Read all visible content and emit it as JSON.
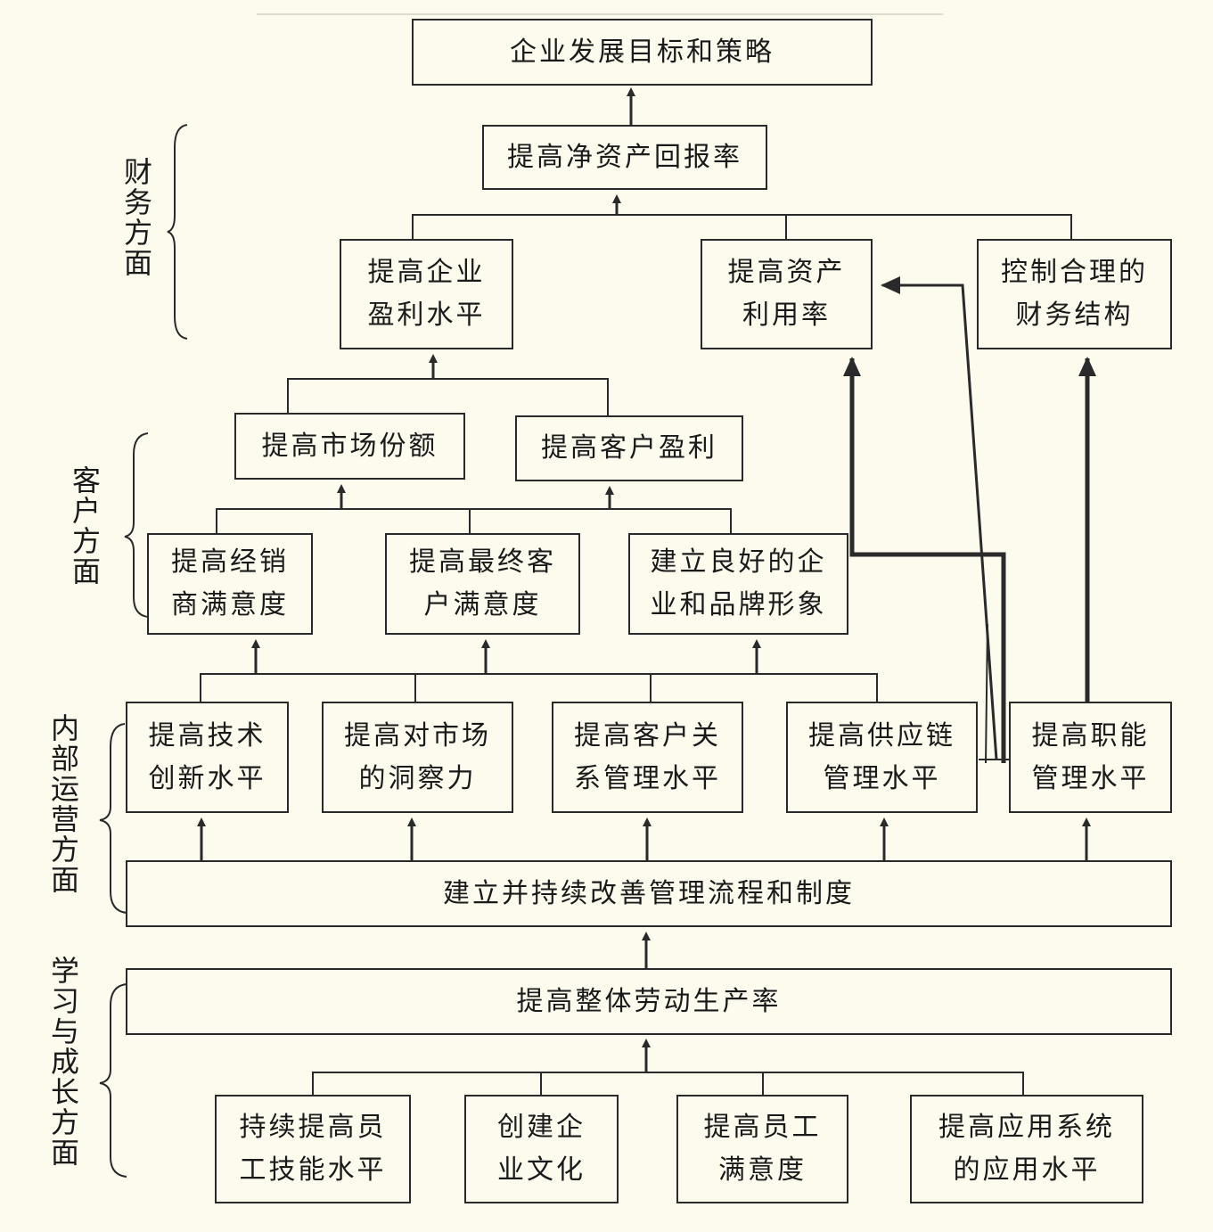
{
  "sections": {
    "finance": "财务方面",
    "customer": "客户方面",
    "internal": "内部运营方面",
    "learning": "学习与成长方面"
  },
  "nodes": {
    "goal": "企业发展目标和策略",
    "roe": "提高净资产回报率",
    "profit": [
      "提高企业",
      "盈利水平"
    ],
    "asset_util": [
      "提高资产",
      "利用率"
    ],
    "fin_struct": [
      "控制合理的",
      "财务结构"
    ],
    "market_share": "提高市场份额",
    "customer_profit": "提高客户盈利",
    "dealer_sat": [
      "提高经销",
      "商满意度"
    ],
    "end_customer_sat": [
      "提高最终客",
      "户满意度"
    ],
    "brand_image": [
      "建立良好的企",
      "业和品牌形象"
    ],
    "tech_innov": [
      "提高技术",
      "创新水平"
    ],
    "market_insight": [
      "提高对市场",
      "的洞察力"
    ],
    "crm": [
      "提高客户关",
      "系管理水平"
    ],
    "supply_chain": [
      "提高供应链",
      "管理水平"
    ],
    "functional_mgmt": [
      "提高职能",
      "管理水平"
    ],
    "process": "建立并持续改善管理流程和制度",
    "productivity": "提高整体劳动生产率",
    "employee_skill": [
      "持续提高员",
      "工技能水平"
    ],
    "culture": [
      "创建企",
      "业文化"
    ],
    "employee_sat": [
      "提高员工",
      "满意度"
    ],
    "app_system": [
      "提高应用系统",
      "的应用水平"
    ]
  },
  "colors": {
    "line": "#2a2a2a",
    "background": "#fdfbee"
  }
}
